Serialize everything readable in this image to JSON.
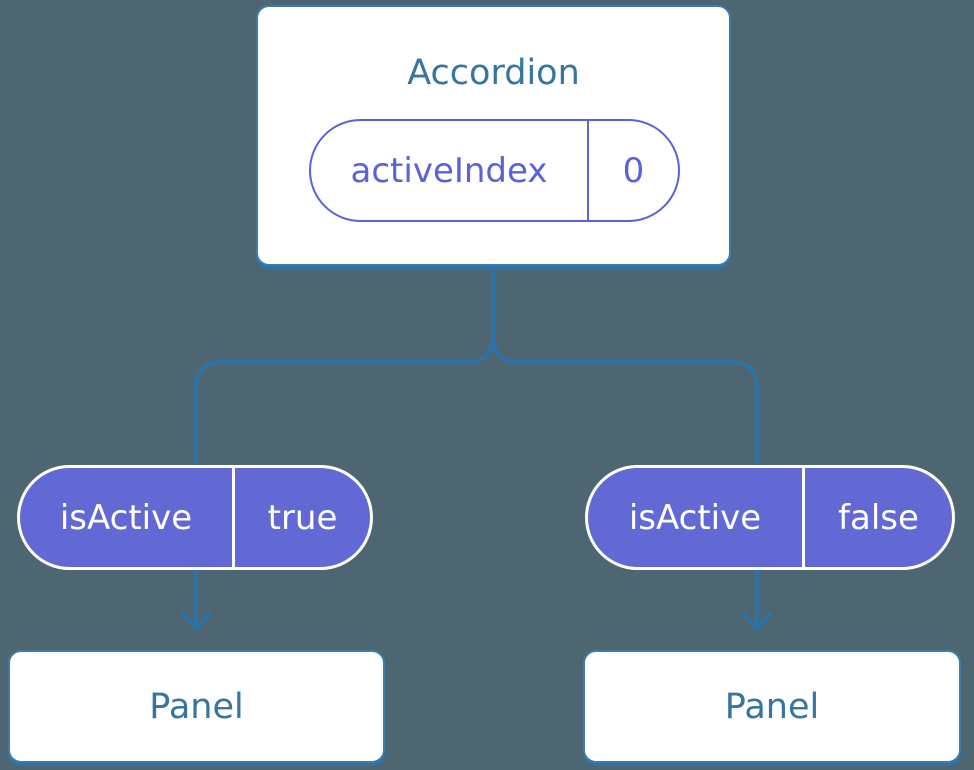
{
  "diagram": {
    "background_color": "#4d6671",
    "line_color": "#2d73a8",
    "title_color": "#35759e",
    "pill_outline_color": "#5b62d8",
    "pill_fill_color": "#6268d4",
    "root": {
      "title": "Accordion",
      "state_pill": {
        "label": "activeIndex",
        "value": "0"
      }
    },
    "branches": [
      {
        "prop_pill": {
          "label": "isActive",
          "value": "true"
        },
        "child": {
          "title": "Panel"
        }
      },
      {
        "prop_pill": {
          "label": "isActive",
          "value": "false"
        },
        "child": {
          "title": "Panel"
        }
      }
    ]
  }
}
